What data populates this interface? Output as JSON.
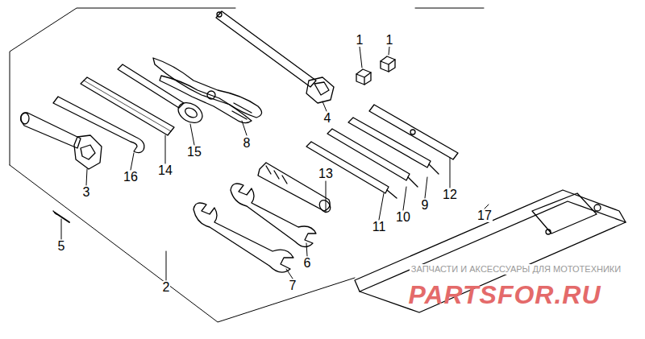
{
  "diagram": {
    "labels": [
      "1",
      "1",
      "2",
      "3",
      "4",
      "5",
      "6",
      "7",
      "8",
      "9",
      "10",
      "11",
      "12",
      "13",
      "14",
      "15",
      "16",
      "17",
      "ЗАПЧАСТИ И АКСЕССУАРЫ ДЛЯ МОТОТЕХНИКИ",
      "PARTSFOR.RU"
    ]
  }
}
